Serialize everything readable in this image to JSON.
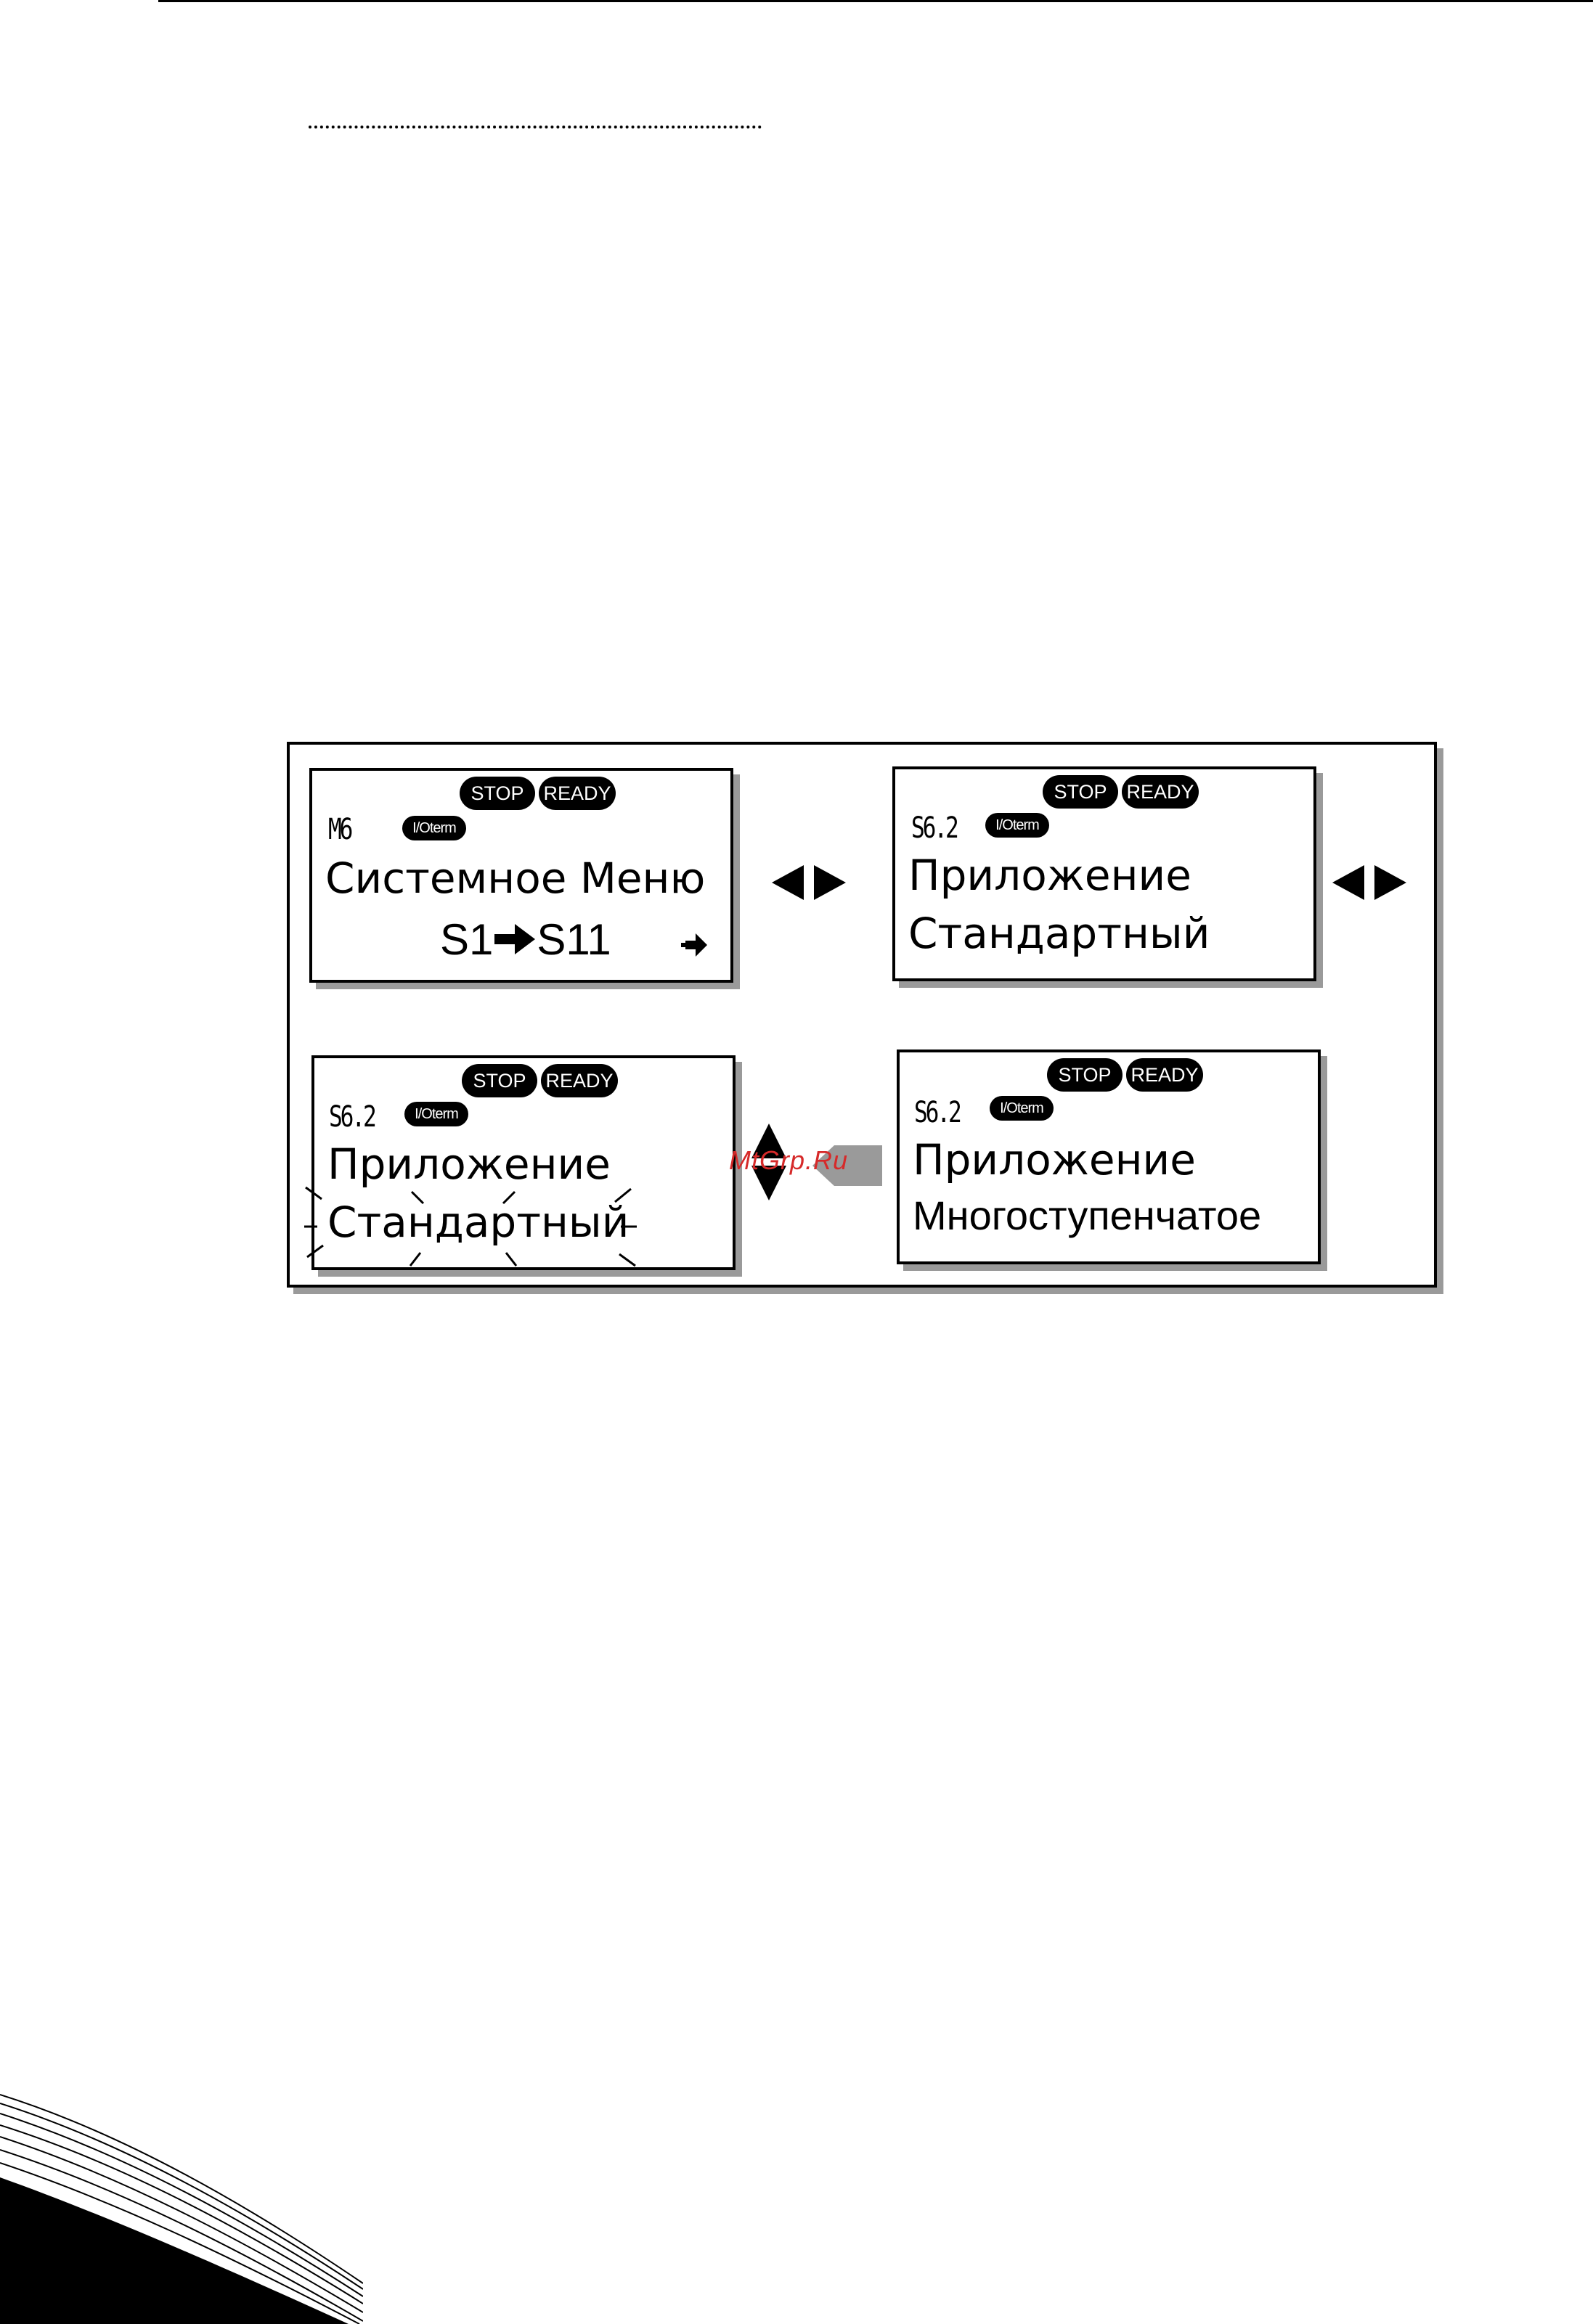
{
  "screens": [
    {
      "stop": "STOP",
      "ready": "READY",
      "io": "I/Oterm",
      "code": "M6",
      "line1": "Системное Меню",
      "line2a": "S1",
      "line2b": "S11"
    },
    {
      "stop": "STOP",
      "ready": "READY",
      "io": "I/Oterm",
      "code": "S6.2",
      "line1": "Приложение",
      "line2": "Стандартный"
    },
    {
      "stop": "STOP",
      "ready": "READY",
      "io": "I/Oterm",
      "code": "S6.2",
      "line1": "Приложение",
      "line2": "Стандартный"
    },
    {
      "stop": "STOP",
      "ready": "READY",
      "io": "I/Oterm",
      "code": "S6.2",
      "line1": "Приложение",
      "line2": "Многоступенчатое"
    }
  ],
  "watermark": "MtGrp.Ru",
  "icons": {
    "browse": "left-right-arrows-icon",
    "updown": "up-down-arrows-icon",
    "enter": "enter-button-icon",
    "menu_right": "menu-right-arrow-icon",
    "blink": "blink-indicator-icon"
  }
}
